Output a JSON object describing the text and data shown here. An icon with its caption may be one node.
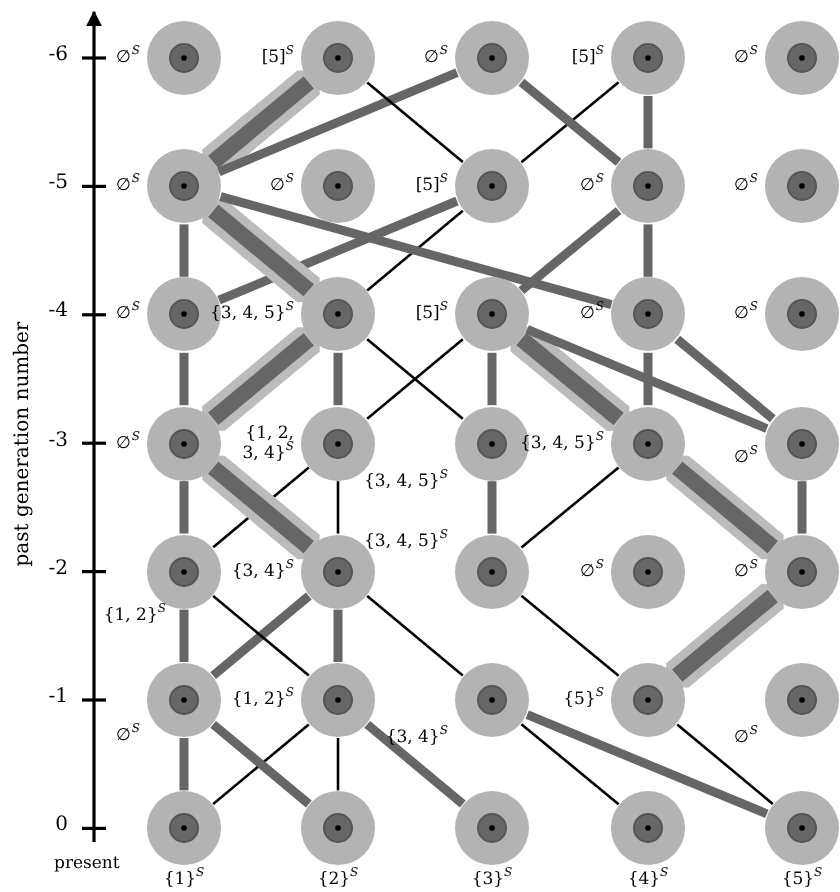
{
  "diagram": {
    "nodes": [
      {
        "text": [],
        "shape": "circle",
        "beside": [
          "∅$^{S}$"
        ]
      },
      {
        "text": [],
        "shape": "circle",
        "beside": [
          "[5]$^{S}$"
        ]
      },
      {
        "text": [],
        "shape": "circle",
        "beside": [
          "∅$^{S}$"
        ]
      },
      {
        "text": [],
        "shape": "circle",
        "beside": [
          "[5]$^{S}$"
        ]
      },
      {
        "text": [],
        "shape": "circle",
        "beside": [
          "∅$^{S}$"
        ]
      },
      {
        "text": [],
        "shape": "circle",
        "beside": [
          "∅$^{S}$"
        ]
      },
      {
        "text": [],
        "shape": "circle",
        "beside": [
          "∅$^{S}$"
        ]
      },
      {
        "text": [],
        "shape": "circle",
        "beside": [
          "[5]$^{S}$"
        ]
      },
      {
        "text": [],
        "shape": "circle",
        "beside": [
          "∅$^{S}$"
        ]
      },
      {
        "text": [],
        "shape": "circle",
        "beside": [
          "∅$^{S}$"
        ]
      },
      {
        "text": [],
        "shape": "circle",
        "beside": [
          "∅$^{S}$"
        ]
      },
      {
        "text": [],
        "shape": "circle",
        "beside": [
          "{3, 4, 5}$^{S}$"
        ]
      },
      {
        "text": [],
        "shape": "circle",
        "beside": [
          "[5]$^{S}$"
        ]
      },
      {
        "text": [],
        "shape": "circle",
        "beside": [
          "∅$^{S}$"
        ]
      },
      {
        "text": [],
        "shape": "circle",
        "beside": [
          "∅$^{S}$"
        ]
      },
      {
        "text": [],
        "shape": "circle",
        "beside": [
          "∅$^{S}$"
        ]
      },
      {
        "text": [],
        "shape": "circle",
        "beside": [
          "{1, 2, 3, 4}$^{S}$"
        ]
      },
      {
        "text": [],
        "shape": "circle",
        "beside": [
          "{3, 4, 5}$^{S}$"
        ]
      },
      {
        "text": [],
        "shape": "circle",
        "beside": [
          "{3, 4, 5}$^{S}$"
        ]
      },
      {
        "text": [],
        "shape": "circle",
        "beside": [
          "∅$^{S}$"
        ]
      },
      {
        "text": [],
        "shape": "circle",
        "beside": [
          "{1, 2}$^{S}$"
        ]
      },
      {
        "text": [],
        "shape": "circle",
        "beside": [
          "{3, 4}$^{S}$"
        ]
      },
      {
        "text": [],
        "shape": "circle",
        "beside": [
          "{3, 4, 5}$^{S}$"
        ]
      },
      {
        "text": [],
        "shape": "circle",
        "beside": [
          "∅$^{S}$"
        ]
      },
      {
        "text": [],
        "shape": "circle",
        "beside": [
          "∅$^{S}$"
        ]
      },
      {
        "text": [],
        "shape": "circle",
        "beside": [
          "∅$^{S}$"
        ]
      },
      {
        "text": [],
        "shape": "circle",
        "beside": [
          "{1, 2}$^{S}$"
        ]
      },
      {
        "text": [],
        "shape": "circle",
        "beside": [
          "{3, 4}$^{S}$"
        ]
      },
      {
        "text": [],
        "shape": "circle",
        "beside": [
          "{5}$^{S}$"
        ]
      },
      {
        "text": [],
        "shape": "circle",
        "beside": [
          "∅$^{S}$"
        ]
      },
      {
        "text": [],
        "shape": "circle",
        "beside": [
          "{1}$^{S}$"
        ]
      },
      {
        "text": [],
        "shape": "circle",
        "beside": [
          "{2}$^{S}$"
        ]
      },
      {
        "text": [],
        "shape": "circle",
        "beside": [
          "{3}$^{S}$"
        ]
      },
      {
        "text": [],
        "shape": "circle",
        "beside": [
          "{4}$^{S}$"
        ]
      },
      {
        "text": [],
        "shape": "circle",
        "beside": [
          "{5}$^{S}$"
        ]
      }
    ],
    "edges": [
      {
        "from": 1,
        "to": 5,
        "arrow": "none",
        "style": "thick"
      },
      {
        "from": 2,
        "to": 5,
        "arrow": "none"
      },
      {
        "from": 1,
        "to": 7,
        "arrow": "none",
        "color": "#000000"
      },
      {
        "from": 3,
        "to": 7,
        "arrow": "none",
        "color": "#000000"
      },
      {
        "from": 2,
        "to": 8,
        "arrow": "none"
      },
      {
        "from": 3,
        "to": 8,
        "arrow": "none"
      },
      {
        "from": 5,
        "to": 10,
        "arrow": "none"
      },
      {
        "from": 7,
        "to": 10,
        "arrow": "none"
      },
      {
        "from": 5,
        "to": 11,
        "arrow": "none",
        "style": "thick"
      },
      {
        "from": 7,
        "to": 11,
        "arrow": "none",
        "color": "#000000"
      },
      {
        "from": 7,
        "to": 12,
        "arrow": "none",
        "style": "thick"
      },
      {
        "from": 8,
        "to": 12,
        "arrow": "none"
      },
      {
        "from": 5,
        "to": 13,
        "arrow": "none"
      },
      {
        "from": 8,
        "to": 13,
        "arrow": "none"
      },
      {
        "from": 10,
        "to": 15,
        "arrow": "none"
      },
      {
        "from": 11,
        "to": 15,
        "arrow": "none",
        "style": "thick"
      },
      {
        "from": 11,
        "to": 16,
        "arrow": "none"
      },
      {
        "from": 12,
        "to": 16,
        "arrow": "none",
        "color": "#000000"
      },
      {
        "from": 11,
        "to": 17,
        "arrow": "none",
        "color": "#000000"
      },
      {
        "from": 12,
        "to": 17,
        "arrow": "none"
      },
      {
        "from": 12,
        "to": 18,
        "arrow": "none",
        "style": "thick"
      },
      {
        "from": 13,
        "to": 18,
        "arrow": "none"
      },
      {
        "from": 12,
        "to": 19,
        "arrow": "none"
      },
      {
        "from": 13,
        "to": 19,
        "arrow": "none"
      },
      {
        "from": 15,
        "to": 20,
        "arrow": "none"
      },
      {
        "from": 16,
        "to": 20,
        "arrow": "none",
        "color": "#000000"
      },
      {
        "from": 15,
        "to": 21,
        "arrow": "none",
        "style": "thick"
      },
      {
        "from": 16,
        "to": 21,
        "arrow": "none",
        "color": "#000000"
      },
      {
        "from": 17,
        "to": 22,
        "arrow": "none"
      },
      {
        "from": 18,
        "to": 22,
        "arrow": "none",
        "color": "#000000"
      },
      {
        "from": 18,
        "to": 24,
        "arrow": "none",
        "style": "thick"
      },
      {
        "from": 19,
        "to": 24,
        "arrow": "none"
      },
      {
        "from": 20,
        "to": 25,
        "arrow": "none"
      },
      {
        "from": 21,
        "to": 25,
        "arrow": "none"
      },
      {
        "from": 20,
        "to": 26,
        "arrow": "none",
        "color": "#000000"
      },
      {
        "from": 21,
        "to": 26,
        "arrow": "none"
      },
      {
        "from": 21,
        "to": 27,
        "arrow": "none",
        "color": "#000000"
      },
      {
        "from": 22,
        "to": 27,
        "arrow": "none",
        "style": "thick"
      },
      {
        "from": 22,
        "to": 28,
        "arrow": "none",
        "color": "#000000"
      },
      {
        "from": 24,
        "to": 28,
        "arrow": "none",
        "style": "thick"
      },
      {
        "from": 25,
        "to": 30,
        "arrow": "none"
      },
      {
        "from": 26,
        "to": 30,
        "arrow": "none",
        "color": "#000000"
      },
      {
        "from": 25,
        "to": 31,
        "arrow": "none"
      },
      {
        "from": 26,
        "to": 31,
        "arrow": "none",
        "color": "#000000"
      },
      {
        "from": 26,
        "to": 32,
        "arrow": "none"
      },
      {
        "from": 27,
        "to": 32,
        "arrow": "none",
        "style": "thick"
      },
      {
        "from": 27,
        "to": 33,
        "arrow": "none",
        "color": "#000000"
      },
      {
        "from": 28,
        "to": 33,
        "arrow": "none",
        "style": "thick"
      },
      {
        "from": 27,
        "to": 34,
        "arrow": "none"
      },
      {
        "from": 28,
        "to": 34,
        "arrow": "none",
        "color": "#000000"
      }
    ],
    "labels": [
      "-6",
      "-5",
      "-4",
      "-3",
      "-2",
      "-1",
      "0",
      "present",
      "past generation number"
    ]
  }
}
